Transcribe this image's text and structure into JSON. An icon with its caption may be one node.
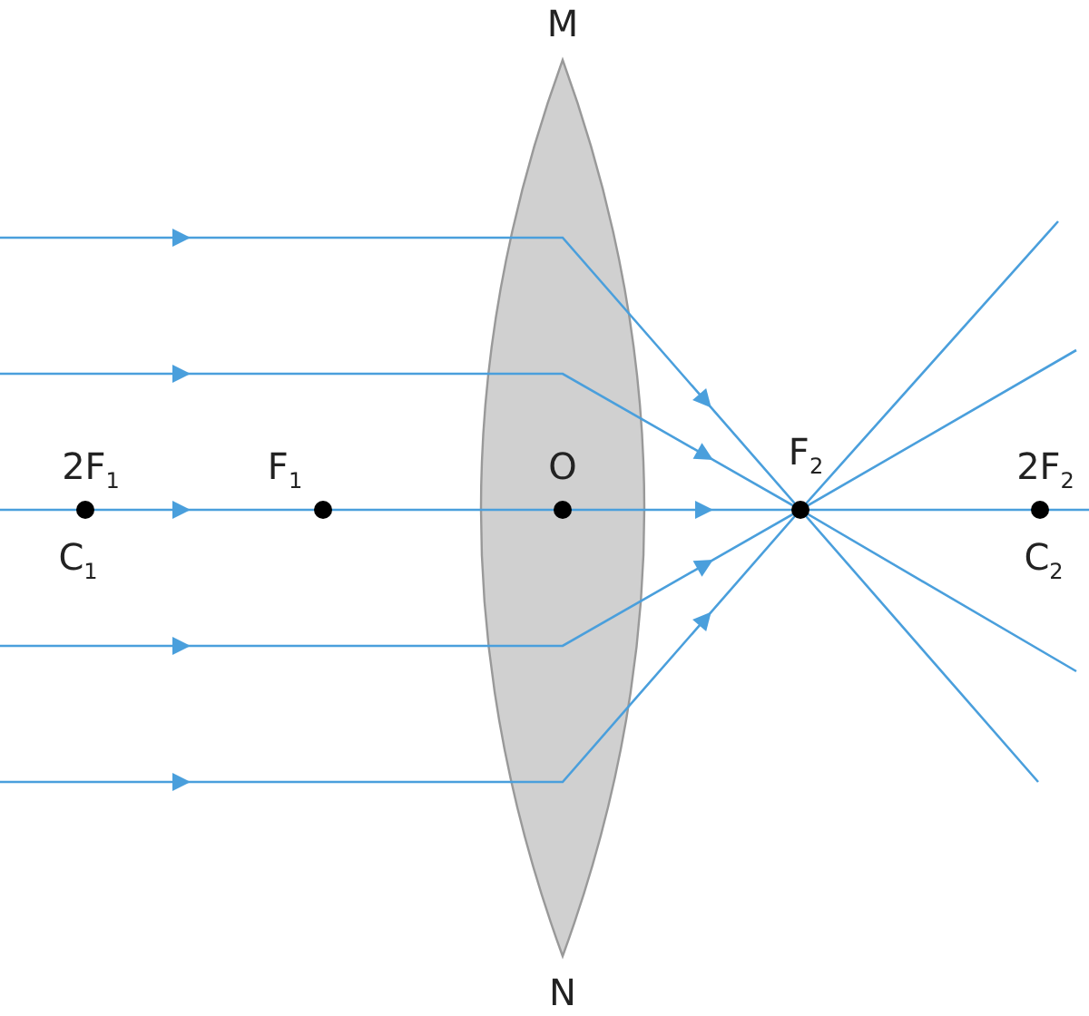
{
  "diagram": {
    "labels": [
      "M",
      "2F$_{1}$",
      "F$_{1}$",
      "O",
      "F$_{2}$",
      "2F$_{2}$",
      "C$_{1}$",
      "C$_{2}$",
      "N"
    ]
  }
}
